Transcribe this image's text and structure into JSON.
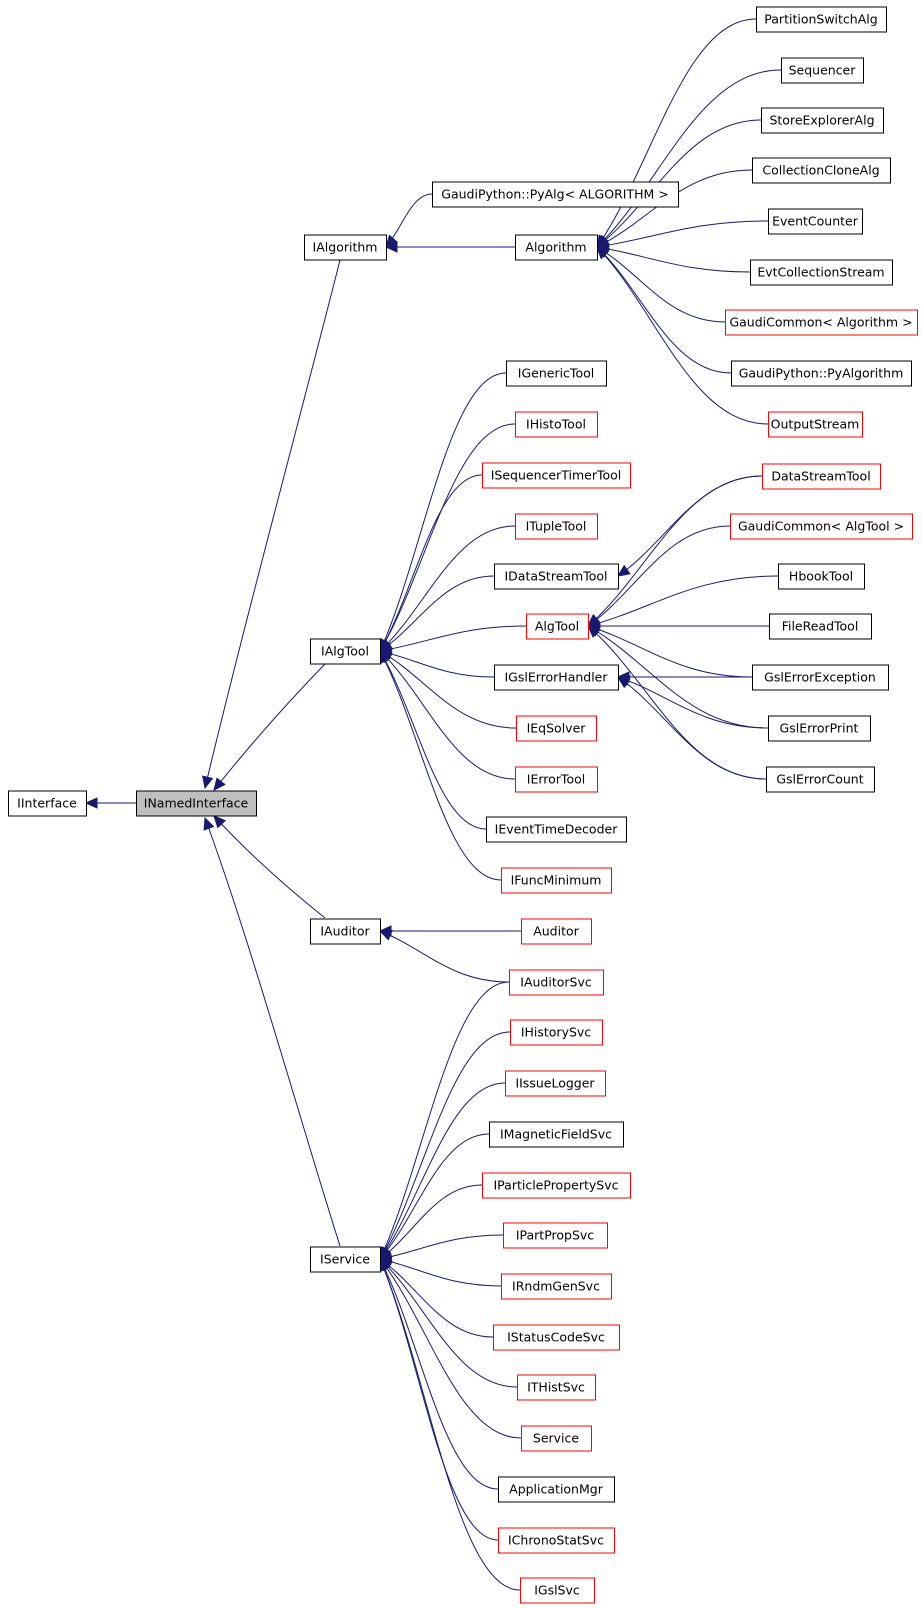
{
  "colors": {
    "edge": "#191970",
    "documented_border": "#000000",
    "undocumented_border": "#ff0000",
    "highlight_fill": "#bfbfbf"
  },
  "nodes": [
    {
      "id": "IInterface",
      "label": "IInterface",
      "style": "normal"
    },
    {
      "id": "INamedInterface",
      "label": "INamedInterface",
      "style": "highlight"
    },
    {
      "id": "IAlgorithm",
      "label": "IAlgorithm",
      "style": "normal"
    },
    {
      "id": "IAlgTool",
      "label": "IAlgTool",
      "style": "normal"
    },
    {
      "id": "IAuditor",
      "label": "IAuditor",
      "style": "normal"
    },
    {
      "id": "IService",
      "label": "IService",
      "style": "normal"
    },
    {
      "id": "GaudiPyAlg",
      "label": "GaudiPython::PyAlg< ALGORITHM >",
      "style": "normal"
    },
    {
      "id": "Algorithm",
      "label": "Algorithm",
      "style": "normal"
    },
    {
      "id": "PartitionSwitchAlg",
      "label": "PartitionSwitchAlg",
      "style": "normal"
    },
    {
      "id": "Sequencer",
      "label": "Sequencer",
      "style": "normal"
    },
    {
      "id": "StoreExplorerAlg",
      "label": "StoreExplorerAlg",
      "style": "normal"
    },
    {
      "id": "CollectionCloneAlg",
      "label": "CollectionCloneAlg",
      "style": "normal"
    },
    {
      "id": "EventCounter",
      "label": "EventCounter",
      "style": "normal"
    },
    {
      "id": "EvtCollectionStream",
      "label": "EvtCollectionStream",
      "style": "normal"
    },
    {
      "id": "GaudiCommonAlgorithm",
      "label": "GaudiCommon< Algorithm >",
      "style": "red"
    },
    {
      "id": "GaudiPyAlgorithm",
      "label": "GaudiPython::PyAlgorithm",
      "style": "normal"
    },
    {
      "id": "OutputStream",
      "label": "OutputStream",
      "style": "red"
    },
    {
      "id": "IGenericTool",
      "label": "IGenericTool",
      "style": "normal"
    },
    {
      "id": "IHistoTool",
      "label": "IHistoTool",
      "style": "red"
    },
    {
      "id": "ISequencerTimerTool",
      "label": "ISequencerTimerTool",
      "style": "red"
    },
    {
      "id": "ITupleTool",
      "label": "ITupleTool",
      "style": "red"
    },
    {
      "id": "IDataStreamTool",
      "label": "IDataStreamTool",
      "style": "normal"
    },
    {
      "id": "AlgTool",
      "label": "AlgTool",
      "style": "red"
    },
    {
      "id": "IGslErrorHandler",
      "label": "IGslErrorHandler",
      "style": "normal"
    },
    {
      "id": "IEqSolver",
      "label": "IEqSolver",
      "style": "red"
    },
    {
      "id": "IErrorTool",
      "label": "IErrorTool",
      "style": "red"
    },
    {
      "id": "IEventTimeDecoder",
      "label": "IEventTimeDecoder",
      "style": "normal"
    },
    {
      "id": "IFuncMinimum",
      "label": "IFuncMinimum",
      "style": "red"
    },
    {
      "id": "DataStreamTool",
      "label": "DataStreamTool",
      "style": "red"
    },
    {
      "id": "GaudiCommonAlgTool",
      "label": "GaudiCommon< AlgTool >",
      "style": "red"
    },
    {
      "id": "HbookTool",
      "label": "HbookTool",
      "style": "normal"
    },
    {
      "id": "FileReadTool",
      "label": "FileReadTool",
      "style": "normal"
    },
    {
      "id": "GslErrorException",
      "label": "GslErrorException",
      "style": "normal"
    },
    {
      "id": "GslErrorPrint",
      "label": "GslErrorPrint",
      "style": "normal"
    },
    {
      "id": "GslErrorCount",
      "label": "GslErrorCount",
      "style": "normal"
    },
    {
      "id": "Auditor",
      "label": "Auditor",
      "style": "red"
    },
    {
      "id": "IAuditorSvc",
      "label": "IAuditorSvc",
      "style": "red"
    },
    {
      "id": "IHistorySvc",
      "label": "IHistorySvc",
      "style": "red"
    },
    {
      "id": "IIssueLogger",
      "label": "IIssueLogger",
      "style": "red"
    },
    {
      "id": "IMagneticFieldSvc",
      "label": "IMagneticFieldSvc",
      "style": "normal"
    },
    {
      "id": "IParticlePropertySvc",
      "label": "IParticlePropertySvc",
      "style": "red"
    },
    {
      "id": "IPartPropSvc",
      "label": "IPartPropSvc",
      "style": "red"
    },
    {
      "id": "IRndmGenSvc",
      "label": "IRndmGenSvc",
      "style": "red"
    },
    {
      "id": "IStatusCodeSvc",
      "label": "IStatusCodeSvc",
      "style": "red"
    },
    {
      "id": "ITHistSvc",
      "label": "ITHistSvc",
      "style": "red"
    },
    {
      "id": "Service",
      "label": "Service",
      "style": "red"
    },
    {
      "id": "ApplicationMgr",
      "label": "ApplicationMgr",
      "style": "normal"
    },
    {
      "id": "IChronoStatSvc",
      "label": "IChronoStatSvc",
      "style": "red"
    },
    {
      "id": "IGslSvc",
      "label": "IGslSvc",
      "style": "red"
    }
  ],
  "edges": [
    {
      "from": "INamedInterface",
      "to": "IInterface"
    },
    {
      "from": "IAlgorithm",
      "to": "INamedInterface"
    },
    {
      "from": "IAlgTool",
      "to": "INamedInterface"
    },
    {
      "from": "IAuditor",
      "to": "INamedInterface"
    },
    {
      "from": "IService",
      "to": "INamedInterface"
    },
    {
      "from": "GaudiPyAlg",
      "to": "IAlgorithm"
    },
    {
      "from": "Algorithm",
      "to": "IAlgorithm"
    },
    {
      "from": "PartitionSwitchAlg",
      "to": "Algorithm"
    },
    {
      "from": "Sequencer",
      "to": "Algorithm"
    },
    {
      "from": "StoreExplorerAlg",
      "to": "Algorithm"
    },
    {
      "from": "CollectionCloneAlg",
      "to": "Algorithm"
    },
    {
      "from": "EventCounter",
      "to": "Algorithm"
    },
    {
      "from": "EvtCollectionStream",
      "to": "Algorithm"
    },
    {
      "from": "GaudiCommonAlgorithm",
      "to": "Algorithm"
    },
    {
      "from": "GaudiPyAlgorithm",
      "to": "Algorithm"
    },
    {
      "from": "OutputStream",
      "to": "Algorithm"
    },
    {
      "from": "IGenericTool",
      "to": "IAlgTool"
    },
    {
      "from": "IHistoTool",
      "to": "IAlgTool"
    },
    {
      "from": "ISequencerTimerTool",
      "to": "IAlgTool"
    },
    {
      "from": "ITupleTool",
      "to": "IAlgTool"
    },
    {
      "from": "IDataStreamTool",
      "to": "IAlgTool"
    },
    {
      "from": "AlgTool",
      "to": "IAlgTool"
    },
    {
      "from": "IGslErrorHandler",
      "to": "IAlgTool"
    },
    {
      "from": "IEqSolver",
      "to": "IAlgTool"
    },
    {
      "from": "IErrorTool",
      "to": "IAlgTool"
    },
    {
      "from": "IEventTimeDecoder",
      "to": "IAlgTool"
    },
    {
      "from": "IFuncMinimum",
      "to": "IAlgTool"
    },
    {
      "from": "DataStreamTool",
      "to": "IDataStreamTool"
    },
    {
      "from": "DataStreamTool",
      "to": "AlgTool"
    },
    {
      "from": "GaudiCommonAlgTool",
      "to": "AlgTool"
    },
    {
      "from": "HbookTool",
      "to": "AlgTool"
    },
    {
      "from": "FileReadTool",
      "to": "AlgTool"
    },
    {
      "from": "GslErrorException",
      "to": "AlgTool"
    },
    {
      "from": "GslErrorPrint",
      "to": "AlgTool"
    },
    {
      "from": "GslErrorCount",
      "to": "AlgTool"
    },
    {
      "from": "GslErrorException",
      "to": "IGslErrorHandler"
    },
    {
      "from": "GslErrorPrint",
      "to": "IGslErrorHandler"
    },
    {
      "from": "GslErrorCount",
      "to": "IGslErrorHandler"
    },
    {
      "from": "Auditor",
      "to": "IAuditor"
    },
    {
      "from": "IAuditorSvc",
      "to": "IAuditor"
    },
    {
      "from": "IAuditorSvc",
      "to": "IService"
    },
    {
      "from": "IHistorySvc",
      "to": "IService"
    },
    {
      "from": "IIssueLogger",
      "to": "IService"
    },
    {
      "from": "IMagneticFieldSvc",
      "to": "IService"
    },
    {
      "from": "IParticlePropertySvc",
      "to": "IService"
    },
    {
      "from": "IPartPropSvc",
      "to": "IService"
    },
    {
      "from": "IRndmGenSvc",
      "to": "IService"
    },
    {
      "from": "IStatusCodeSvc",
      "to": "IService"
    },
    {
      "from": "ITHistSvc",
      "to": "IService"
    },
    {
      "from": "Service",
      "to": "IService"
    },
    {
      "from": "ApplicationMgr",
      "to": "IService"
    },
    {
      "from": "IChronoStatSvc",
      "to": "IService"
    },
    {
      "from": "IGslSvc",
      "to": "IService"
    }
  ]
}
